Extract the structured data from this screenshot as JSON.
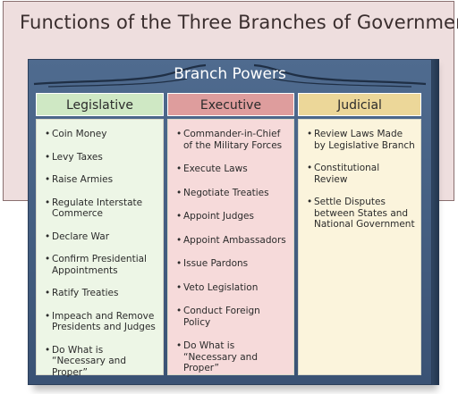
{
  "title": "Functions of the Three Branches of Government",
  "heading": "Branch Powers",
  "bullet": "•",
  "colors": {
    "frame": "#4a6588",
    "legislative_header": "#cfe8c4",
    "legislative_body": "#edf6e6",
    "executive_header": "#de9d9d",
    "executive_body": "#f6dada",
    "judicial_header": "#ecd799",
    "judicial_body": "#fbf4dc"
  },
  "columns": [
    {
      "key": "legislative",
      "label": "Legislative",
      "items": [
        "Coin Money",
        "Levy Taxes",
        "Raise Armies",
        "Regulate Interstate Commerce",
        "Declare War",
        "Confirm Presidential Appointments",
        "Ratify Treaties",
        "Impeach and Remove Presidents and Judges",
        "Do What is “Necessary and Proper”"
      ]
    },
    {
      "key": "executive",
      "label": "Executive",
      "items": [
        "Commander-in-Chief of the Military Forces",
        "Execute Laws",
        "Negotiate Treaties",
        "Appoint Judges",
        "Appoint Ambassadors",
        "Issue Pardons",
        "Veto Legislation",
        "Conduct Foreign Policy",
        "Do What is “Necessary and Proper”"
      ]
    },
    {
      "key": "judicial",
      "label": "Judicial",
      "items": [
        "Review Laws Made by Legislative Branch",
        "Constitutional Review",
        "Settle Disputes between States and National Government"
      ]
    }
  ]
}
